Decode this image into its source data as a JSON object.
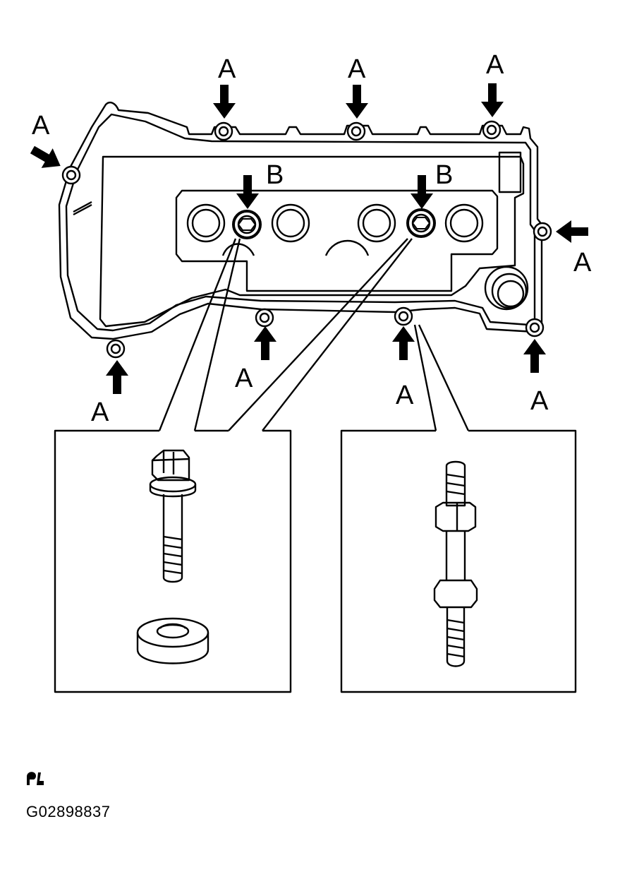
{
  "labels": {
    "a": "A",
    "b": "B"
  },
  "figure_id": "G02898837",
  "colors": {
    "ink": "#000000",
    "paper": "#ffffff"
  },
  "icons": {
    "logo": "mitchell-logo-icon"
  }
}
